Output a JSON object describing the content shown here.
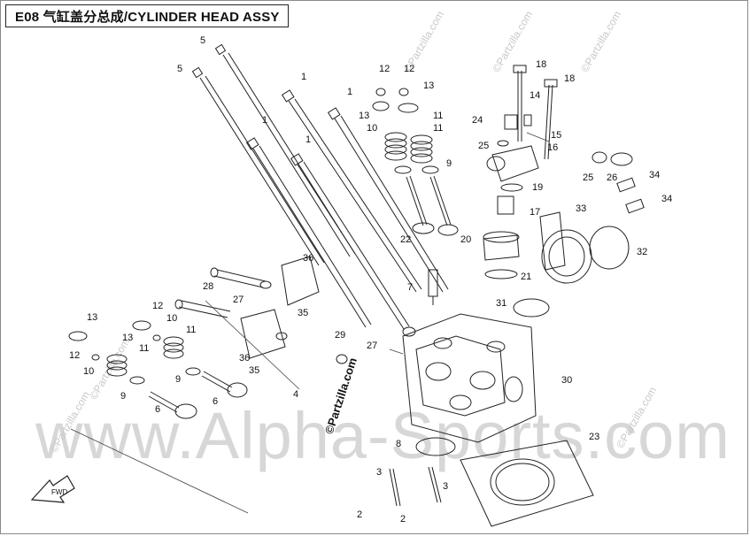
{
  "header": {
    "title": "E08 气缸盖分总成/CYLINDER HEAD ASSY"
  },
  "watermarks": {
    "main": "www.Alpha-Sports.com",
    "stamp": "©Partzilla.com",
    "small": "©Partzilla.com"
  },
  "fwd_label": "FWD",
  "callouts": [
    {
      "id": "c1",
      "label": "5"
    },
    {
      "id": "c2",
      "label": "5"
    },
    {
      "id": "c3",
      "label": "1"
    },
    {
      "id": "c4",
      "label": "1"
    },
    {
      "id": "c5",
      "label": "1"
    },
    {
      "id": "c6",
      "label": "1"
    },
    {
      "id": "c7",
      "label": "12"
    },
    {
      "id": "c8",
      "label": "12"
    },
    {
      "id": "c9",
      "label": "13"
    },
    {
      "id": "c10",
      "label": "13"
    },
    {
      "id": "c11",
      "label": "10"
    },
    {
      "id": "c12",
      "label": "11"
    },
    {
      "id": "c13",
      "label": "11"
    },
    {
      "id": "c14",
      "label": "9"
    },
    {
      "id": "c15",
      "label": "18"
    },
    {
      "id": "c16",
      "label": "18"
    },
    {
      "id": "c17",
      "label": "14"
    },
    {
      "id": "c18",
      "label": "24"
    },
    {
      "id": "c19",
      "label": "15"
    },
    {
      "id": "c20",
      "label": "25"
    },
    {
      "id": "c21",
      "label": "16"
    },
    {
      "id": "c22",
      "label": "25"
    },
    {
      "id": "c23",
      "label": "26"
    },
    {
      "id": "c24",
      "label": "34"
    },
    {
      "id": "c25",
      "label": "34"
    },
    {
      "id": "c26",
      "label": "19"
    },
    {
      "id": "c27",
      "label": "17"
    },
    {
      "id": "c28",
      "label": "33"
    },
    {
      "id": "c29",
      "label": "22"
    },
    {
      "id": "c30",
      "label": "20"
    },
    {
      "id": "c31",
      "label": "32"
    },
    {
      "id": "c32",
      "label": "21"
    },
    {
      "id": "c33",
      "label": "7"
    },
    {
      "id": "c34",
      "label": "31"
    },
    {
      "id": "c35",
      "label": "36"
    },
    {
      "id": "c36",
      "label": "28"
    },
    {
      "id": "c37",
      "label": "35"
    },
    {
      "id": "c38",
      "label": "27"
    },
    {
      "id": "c39",
      "label": "29"
    },
    {
      "id": "c40",
      "label": "27"
    },
    {
      "id": "c41",
      "label": "36"
    },
    {
      "id": "c42",
      "label": "35"
    },
    {
      "id": "c43",
      "label": "13"
    },
    {
      "id": "c44",
      "label": "12"
    },
    {
      "id": "c45",
      "label": "10"
    },
    {
      "id": "c46",
      "label": "11"
    },
    {
      "id": "c47",
      "label": "13"
    },
    {
      "id": "c48",
      "label": "12"
    },
    {
      "id": "c49",
      "label": "10"
    },
    {
      "id": "c50",
      "label": "11"
    },
    {
      "id": "c51",
      "label": "9"
    },
    {
      "id": "c52",
      "label": "9"
    },
    {
      "id": "c53",
      "label": "6"
    },
    {
      "id": "c54",
      "label": "6"
    },
    {
      "id": "c55",
      "label": "4"
    },
    {
      "id": "c56",
      "label": "30"
    },
    {
      "id": "c57",
      "label": "23"
    },
    {
      "id": "c58",
      "label": "8"
    },
    {
      "id": "c59",
      "label": "3"
    },
    {
      "id": "c60",
      "label": "3"
    },
    {
      "id": "c61",
      "label": "2"
    },
    {
      "id": "c62",
      "label": "2"
    }
  ]
}
